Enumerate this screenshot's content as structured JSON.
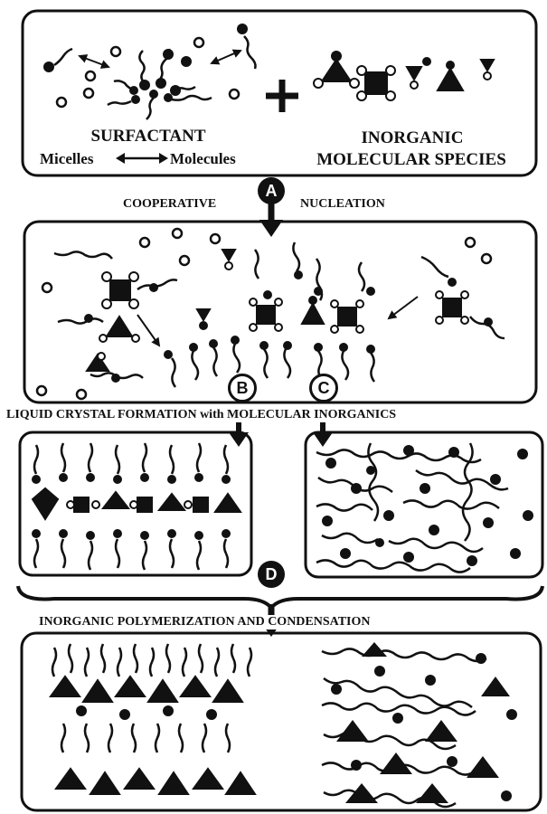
{
  "panel1": {
    "left_title": "SURFACTANT",
    "left_subtitle_a": "Micelles",
    "left_subtitle_b": "Molecules",
    "right_title": "INORGANIC",
    "right_subtitle": "MOLECULAR SPECIES",
    "plus": "+"
  },
  "step_a": {
    "badge": "A",
    "left_text": "COOPERATIVE",
    "right_text": "NUCLEATION"
  },
  "panel2": {
    "badge_b": "B",
    "badge_c": "C"
  },
  "liquid_crystal_caption": "LIQUID CRYSTAL FORMATION with MOLECULAR INORGANICS",
  "step_d": {
    "badge": "D"
  },
  "polymerization_caption": "INORGANIC POLYMERIZATION AND CONDENSATION",
  "colors": {
    "ink": "#111111",
    "paper": "#ffffff"
  }
}
